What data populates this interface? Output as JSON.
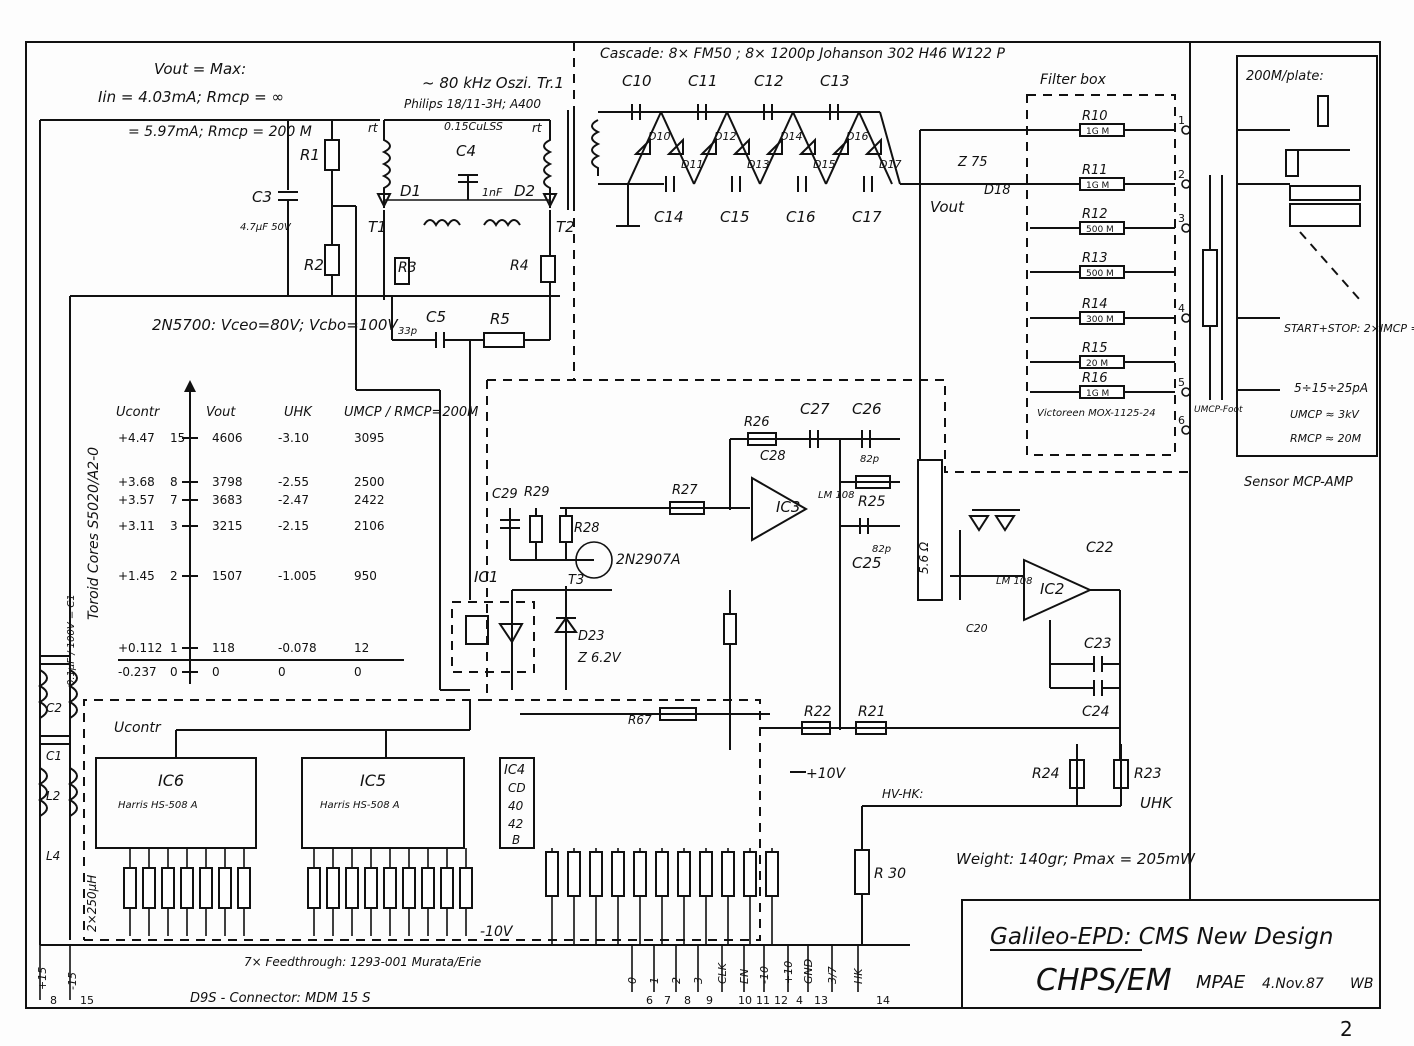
{
  "title_block": {
    "project": "Galileo-EPD: CMS New Design",
    "group": "CHPS/EM",
    "institute": "MPAE",
    "date": "4.Nov.87",
    "initials": "WB"
  },
  "page_number": "2",
  "header_notes": {
    "vout_max": "Vout = Max:",
    "iin_1": "Iin = 4.03mA; Rmcp = ∞",
    "iin_2": "= 5.97mA; Rmcp = 200 M",
    "oscillator": "~ 80 kHz Oszi. Tr.1",
    "transformer": "Philips 18/11-3H; A400",
    "cascade": "Cascade: 8× FM50 ; 8× 1200p Johanson 302 H46 W122 P",
    "filter_box": "Filter box",
    "sensor_plate": "200M/plate:",
    "transistor_note": "2N5700: Vceo=80V; Vcbo=100V",
    "toroid": "Toroid Cores S5020/A2-0",
    "weight": "Weight: 140gr; Pmax = 205mW",
    "feedthrough": "7× Feedthrough: 1293-001 Murata/Erie",
    "connector": "D9S - Connector: MDM 15 S",
    "sensor_caption": "Sensor MCP-AMP",
    "victoreen": "Victoreen MOX-1125-24",
    "start_stop": "START+STOP: 2×IMCP =",
    "current_range": "5÷15÷25pA",
    "umcp_approx": "UMCP ≈ 3kV",
    "rmcp_approx": "RMCP ≈ 20M"
  },
  "table": {
    "headers": [
      "Ucontr",
      "Vout",
      "UHK",
      "UMCP / RMCP=200M"
    ],
    "rows": [
      [
        "+4.47",
        "15",
        "4606",
        "-3.10",
        "3095"
      ],
      [
        "+3.68",
        "8",
        "3798",
        "-2.55",
        "2500"
      ],
      [
        "+3.57",
        "7",
        "3683",
        "-2.47",
        "2422"
      ],
      [
        "+3.11",
        "3",
        "3215",
        "-2.15",
        "2106"
      ],
      [
        "+1.45",
        "2",
        "1507",
        "-1.005",
        "950"
      ],
      [
        "+0.112",
        "1",
        "118",
        "-0.078",
        "12"
      ],
      [
        "-0.237",
        "0",
        "0",
        "0",
        "0"
      ]
    ]
  },
  "components": {
    "R1": "R1",
    "R2": "R2",
    "R3": "R3",
    "R4": "R4",
    "R5": "R5",
    "R30": "R 30",
    "C3": "C3",
    "C3_val": "4.7µF 50V",
    "C4": "C4",
    "C4_val": "1nF",
    "C5": "C5",
    "C5_val": "33p",
    "D1": "D1",
    "D2": "D2",
    "T1": "T1",
    "T2": "T2",
    "T3": "T3",
    "IC1": "IC1",
    "IC2": "IC2",
    "IC3": "IC3",
    "IC4": "IC4",
    "IC5": "IC5",
    "IC6": "IC6",
    "IC6_part": "Harris HS-508 A",
    "IC5_part": "Harris HS-508 A",
    "IC4_pins": [
      "CD",
      "40",
      "42",
      "B"
    ],
    "T3_part": "2N2907A",
    "D23": "D23",
    "D23_val": "Z 6.2V",
    "R26": "R26",
    "R27": "R27",
    "R28": "R28",
    "R29": "R29",
    "C27": "C27",
    "C28": "C28",
    "C26": "C26",
    "C25": "C25",
    "C29": "C29",
    "R25": "R25",
    "C26_val": "82p",
    "C25_val": "82p",
    "R21": "R21",
    "R22": "R22",
    "R23": "R23",
    "R24": "R24",
    "R67": "R67",
    "C22": "C22",
    "C23": "C23",
    "C24": "C24",
    "C20": "C20",
    "D17": "D17",
    "D18": "D18",
    "D18_val": "Z 75",
    "Vout": "Vout",
    "Ucontr": "Ucontr",
    "UHK": "UHK",
    "HV_HK": "HV-HK:",
    "LM108_a": "LM 108",
    "LM108_b": "LM 108",
    "R_big": "5.6 Ω",
    "L4": "L4",
    "L4_val": "2×250µH",
    "C2": "C2",
    "C1": "C1",
    "L2": "L2",
    "C_note": "0.1µF / 100V = C1",
    "caps_top": [
      "C10",
      "C11",
      "C12",
      "C13"
    ],
    "caps_bot": [
      "C14",
      "C15",
      "C16",
      "C17"
    ],
    "diodes": [
      "D10",
      "D11",
      "D12",
      "D13",
      "D14",
      "D15",
      "D16",
      "D17"
    ],
    "plus10v": "+10V",
    "minus10v": "-10V",
    "R_out": [
      "R10",
      "R11",
      "R12",
      "R13",
      "R14",
      "R15",
      "R16"
    ],
    "R_out_vals": [
      "1G M",
      "1G M",
      "500 M",
      "500 M",
      "300 M",
      "20 M",
      "1G M"
    ],
    "filter_pins": [
      "1",
      "2",
      "3",
      "4",
      "5",
      "6"
    ],
    "filter_out": "UMCP-Foot"
  },
  "bus": {
    "labels": [
      "0",
      "1",
      "2",
      "3",
      "CLK",
      "EN",
      "-10",
      "+10",
      "GND",
      "3/7",
      "HK"
    ],
    "pins": [
      "6",
      "7",
      "8",
      "9",
      "10",
      "11",
      "12",
      "4",
      "13",
      "14"
    ],
    "left": [
      "+15",
      "-15"
    ],
    "left_pins": [
      "8",
      "15"
    ]
  }
}
